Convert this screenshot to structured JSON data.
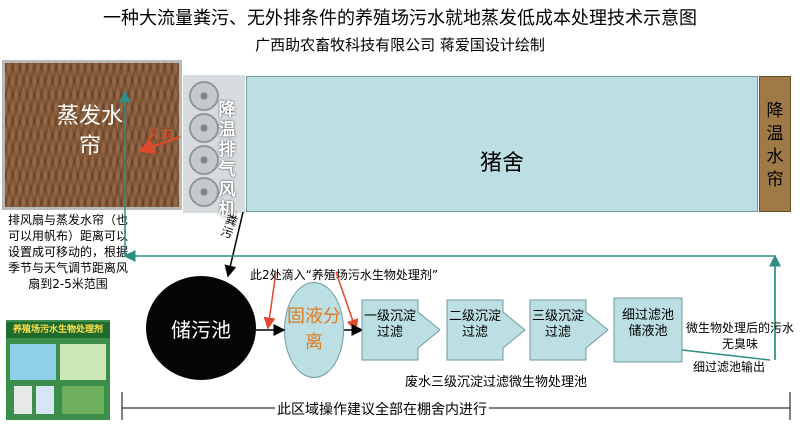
{
  "header": {
    "title": "一种大流量粪污、无外排条件的养殖场污水就地蒸发低成本处理技术示意图",
    "subtitle": "广西助农畜牧科技有限公司 蒋爱国设计绘制"
  },
  "house": {
    "evaporative_curtain": "蒸发水帘",
    "fan": "降温排气风机",
    "barn": "猪舍",
    "cooling_curtain": "降温水帘",
    "wind": "风向",
    "manure": "粪污"
  },
  "notes": {
    "distance": "排风扇与蒸发水帘（也可以用帆布）距离可以设置成可移动的，根据季节与天气调节距离风扇到2-5米范围",
    "drop": "此2处滴入“养殖场污水生物处理剂”",
    "poster": "养殖场污水生物处理剂"
  },
  "process": {
    "tank": "储污池",
    "separation": "固液分离",
    "steps": [
      "一级沉淀过滤",
      "二级沉淀过滤",
      "三级沉淀过滤",
      "细过滤池储液池"
    ],
    "pool": "废水三级沉淀过滤微生物处理池",
    "result": "微生物处理后的污水无臭味",
    "output": "细过滤池输出",
    "area": "此区域操作建议全部在棚舍内进行"
  },
  "colors": {
    "barn": "#bcdfe3",
    "curtain": "#8a5a34",
    "cooling_curtain": "#9e7a46",
    "arrow_red": "#e0492b",
    "line_teal": "#2e8f86",
    "separation_text": "#e07b1f"
  }
}
